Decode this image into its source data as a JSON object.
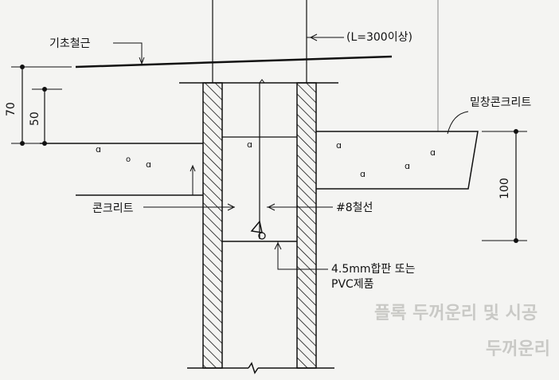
{
  "labels": {
    "rebar": "기초철근",
    "length_note": "(L=300이상)",
    "mud_concrete": "밑창콘크리트",
    "concrete": "콘크리트",
    "wire": "#8철선",
    "plywood_line1": "4.5mm합판 또는",
    "plywood_line2": "PVC제품"
  },
  "dimensions": {
    "dim_70": "70",
    "dim_50": "50",
    "dim_100": "100"
  },
  "concrete_marks": [
    "ɑ",
    "o",
    "ɑ",
    "ɑ",
    "ɑ",
    "ɑ",
    "ɑ",
    "ɑ"
  ],
  "background_text": {
    "line1": "플록 두꺼운리 및 시공",
    "line2": "두꺼운리"
  },
  "colors": {
    "ink": "#111111",
    "paper": "#f4f4f2",
    "ghost": "#c9c9c6"
  }
}
